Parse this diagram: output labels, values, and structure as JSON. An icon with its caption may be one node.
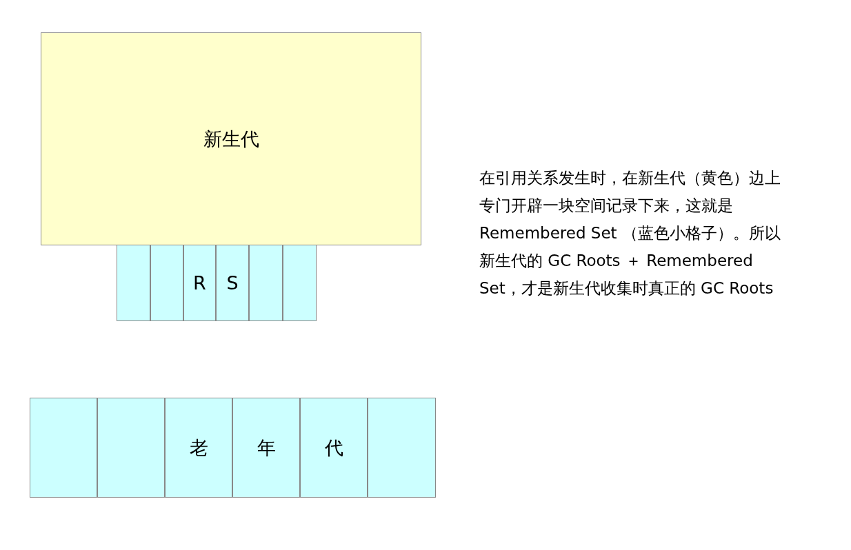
{
  "diagram": {
    "nodes": [
      {
        "text": [
          "新生代"
        ]
      },
      {
        "text": [],
        "shape": "box"
      },
      {
        "text": [],
        "shape": "box"
      },
      {
        "text": [
          "R"
        ]
      },
      {
        "text": [
          "S"
        ]
      },
      {
        "text": [],
        "shape": "box"
      },
      {
        "text": [],
        "shape": "box"
      },
      {
        "text": [],
        "shape": "box"
      },
      {
        "text": [],
        "shape": "box"
      },
      {
        "text": [
          "老"
        ]
      },
      {
        "text": [
          "年"
        ]
      },
      {
        "text": [
          "代"
        ]
      },
      {
        "text": [],
        "shape": "box"
      }
    ],
    "labels": [
      "在引用关系发生时，在新生代（黄色）边上专门开辟一块空间记录下来，这就是 Remembered Set （蓝色小格子）。所以新生代的 GC Roots ＋ Remembered Set，才是新生代收集时真正的 GC Roots"
    ]
  }
}
